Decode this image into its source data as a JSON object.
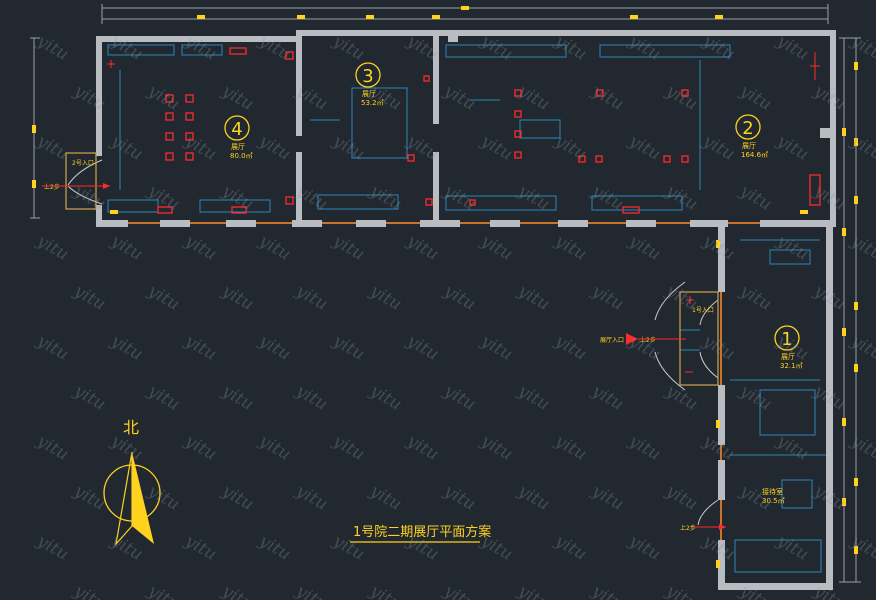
{
  "title": "1号院二期展厅平面方案",
  "north_label": "北",
  "watermark": "yitu",
  "rooms": [
    {
      "number": "1",
      "name": "展厅",
      "area": "32.1㎡"
    },
    {
      "number": "2",
      "name": "展厅",
      "area": "164.6㎡"
    },
    {
      "number": "3",
      "name": "展厅",
      "area": "53.2㎡"
    },
    {
      "number": "4",
      "name": "展厅",
      "area": "80.0㎡"
    }
  ],
  "small_labels": {
    "exit_west": "2号入口",
    "step_west": "上2步",
    "entrance_label": "展厅入口",
    "step_entrance": "上2步",
    "vestibule": "1号入口",
    "office": "接待室",
    "office_area": "30.5㎡",
    "step_south": "上2步"
  },
  "colors": {
    "background": "#212830",
    "wall": "#b9bcc0",
    "label": "#ffd21e",
    "marker": "#ff2a2a",
    "furniture": "#2b86b8"
  }
}
